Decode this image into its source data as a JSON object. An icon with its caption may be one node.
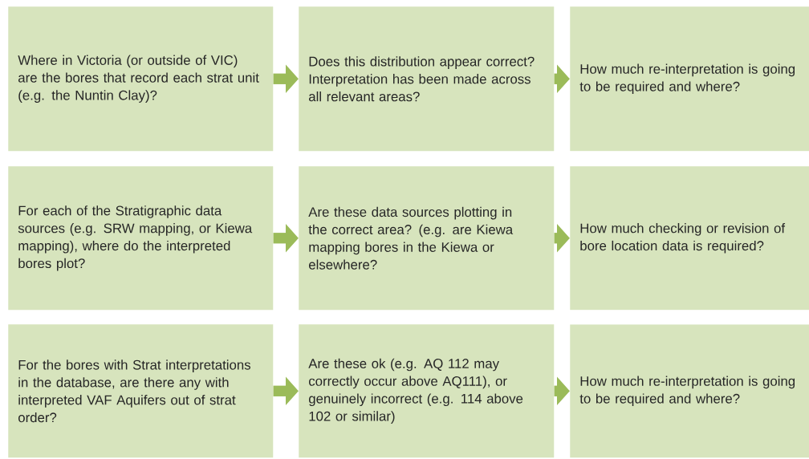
{
  "diagram": {
    "nodes": [
      {
        "text": [
          "Where in Victoria (or outside of VIC) are the bores that record each strat unit (e.g. the Nuntin Clay)?"
        ]
      },
      {
        "text": [
          "Does this distribution appear correct? Interpretation has been made across all relevant areas?"
        ]
      },
      {
        "text": [
          "How much re-interpretation is going to be required and where?"
        ]
      },
      {
        "text": [
          "For each of the Stratigraphic data sources (e.g. SRW mapping, or Kiewa mapping), where do the interpreted bores plot?"
        ]
      },
      {
        "text": [
          "Are these data sources plotting in the correct area? (e.g. are Kiewa mapping bores in the Kiewa or elsewhere?"
        ]
      },
      {
        "text": [
          "How much checking or revision of bore location data is required?"
        ]
      },
      {
        "text": [
          "For the bores with Strat interpretations in the database, are there any with interpreted VAF Aquifers out of strat order?"
        ]
      },
      {
        "text": [
          "Are these ok (e.g. AQ 112 may correctly occur above AQ111), or genuinely incorrect (e.g. 114 above 102 or similar)"
        ]
      },
      {
        "text": [
          "How much re-interpretation is going to be required and where?"
        ]
      }
    ],
    "edges": [
      {
        "from": 0,
        "to": 1,
        "arrow": "to"
      },
      {
        "from": 1,
        "to": 2,
        "arrow": "to"
      },
      {
        "from": 3,
        "to": 4,
        "arrow": "to"
      },
      {
        "from": 4,
        "to": 5,
        "arrow": "to"
      },
      {
        "from": 6,
        "to": 7,
        "arrow": "to"
      },
      {
        "from": 7,
        "to": 8,
        "arrow": "to"
      }
    ]
  }
}
